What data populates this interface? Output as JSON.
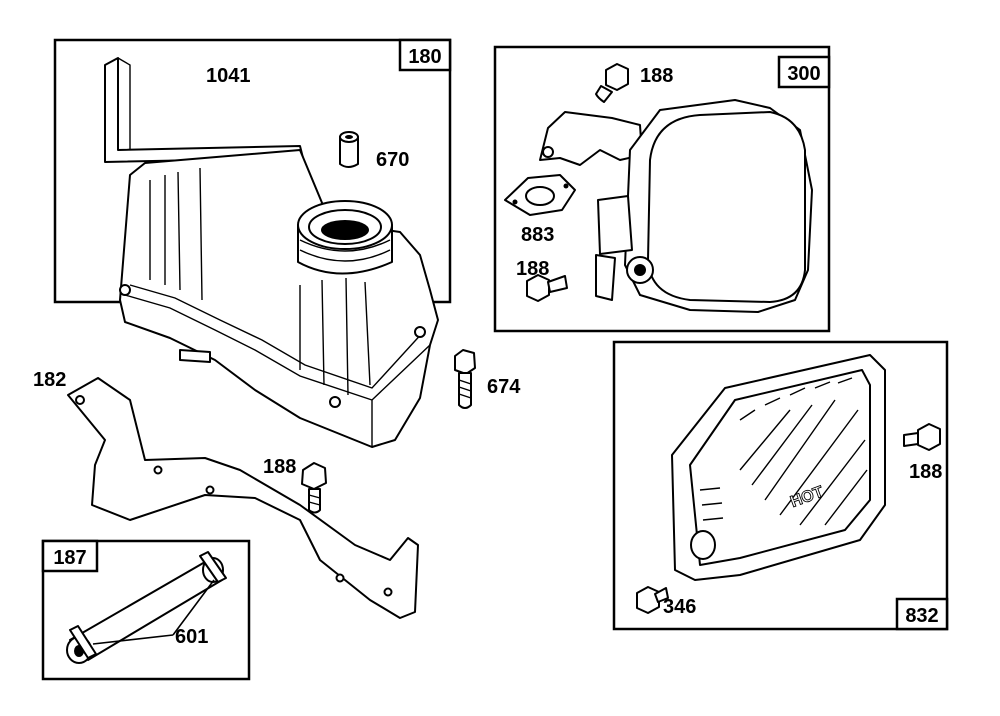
{
  "boxes": {
    "fuel_tank": "180",
    "muffler_assembly": "300",
    "fuel_line": "187",
    "muffler_guard": "832"
  },
  "parts": {
    "fuel_tank_strap": "1041",
    "tank_bushing": "670",
    "bracket": "182",
    "tank_screw": "674",
    "bracket_screw": "188",
    "muffler_screw_top": "188",
    "muffler_gasket": "883",
    "muffler_screw_bottom": "188",
    "fuel_line_clamps": "601",
    "guard_screw_right": "188",
    "guard_screw_bottom": "346"
  },
  "guard_text": "HOT"
}
